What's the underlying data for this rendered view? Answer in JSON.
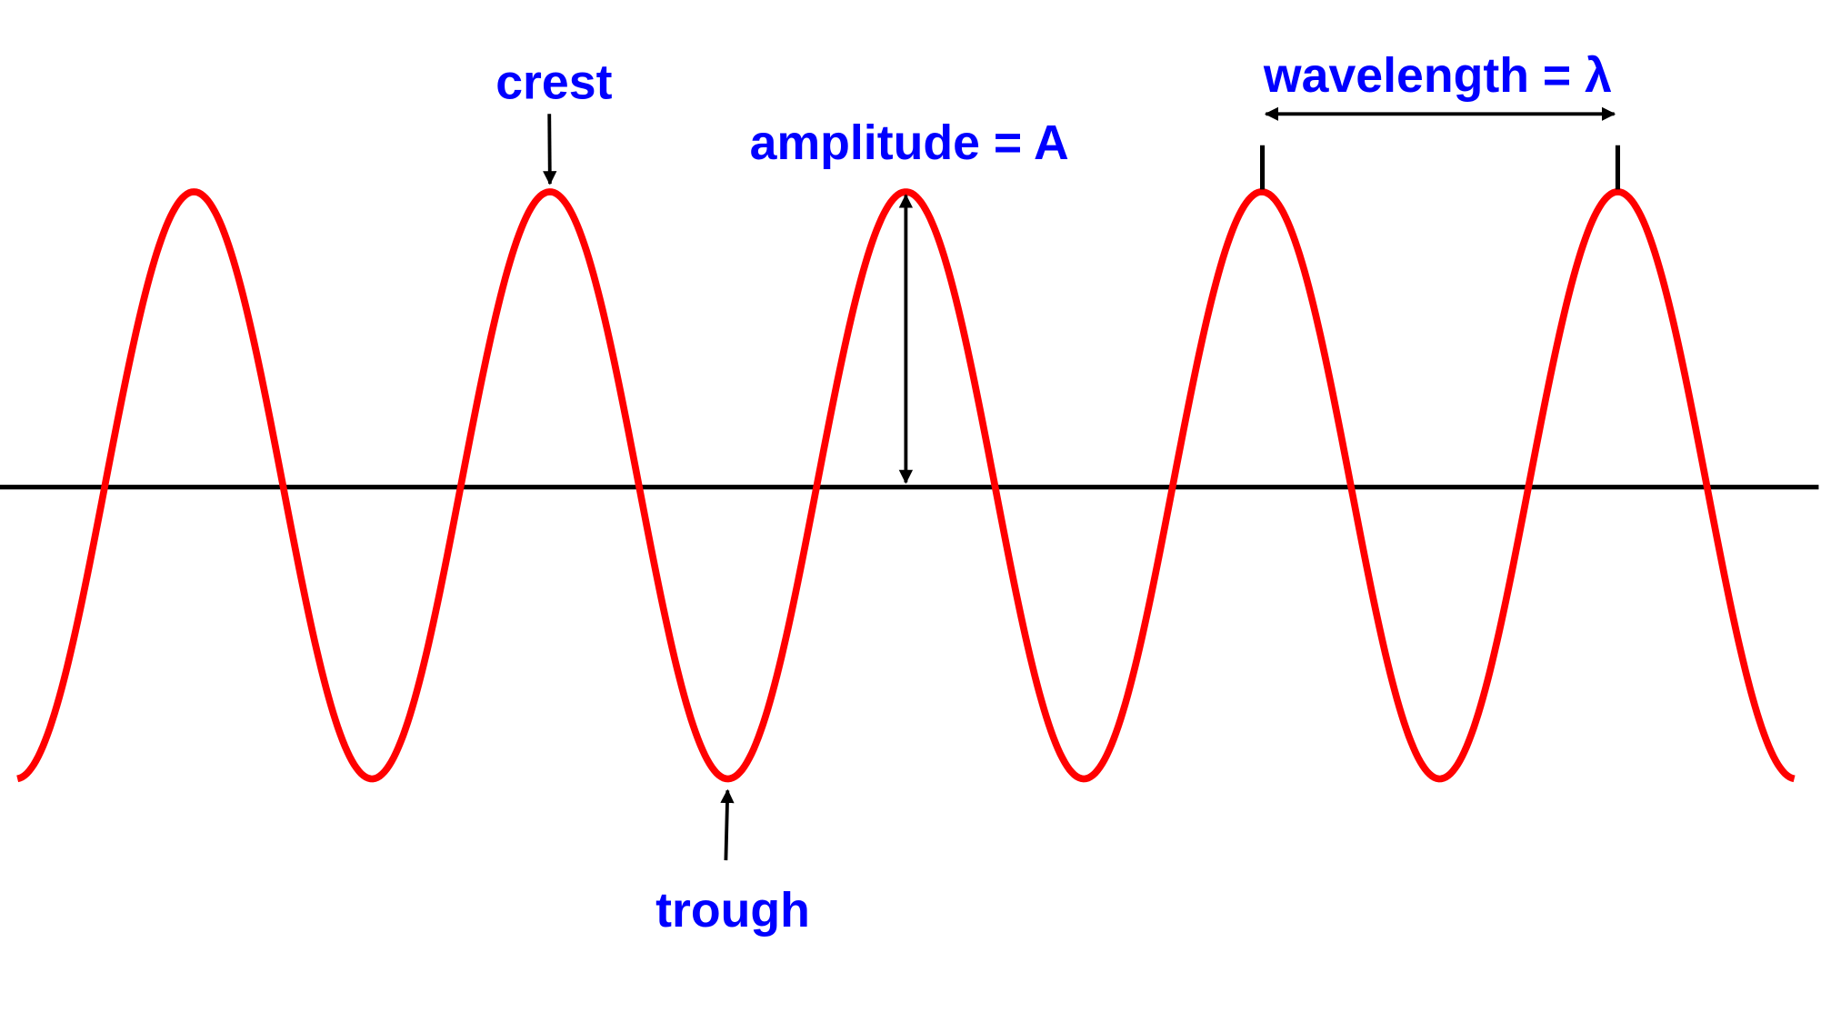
{
  "labels": {
    "crest": "crest",
    "trough": "trough",
    "amplitude": "amplitude = A",
    "wavelength": "wavelength = λ"
  },
  "colors": {
    "wave": "#ff0000",
    "label_text": "#0000ff",
    "axis_and_arrows": "#000000",
    "background": "#ffffff"
  },
  "wave": {
    "shape": "sine",
    "crest_count": 5,
    "trough_count": 4
  }
}
